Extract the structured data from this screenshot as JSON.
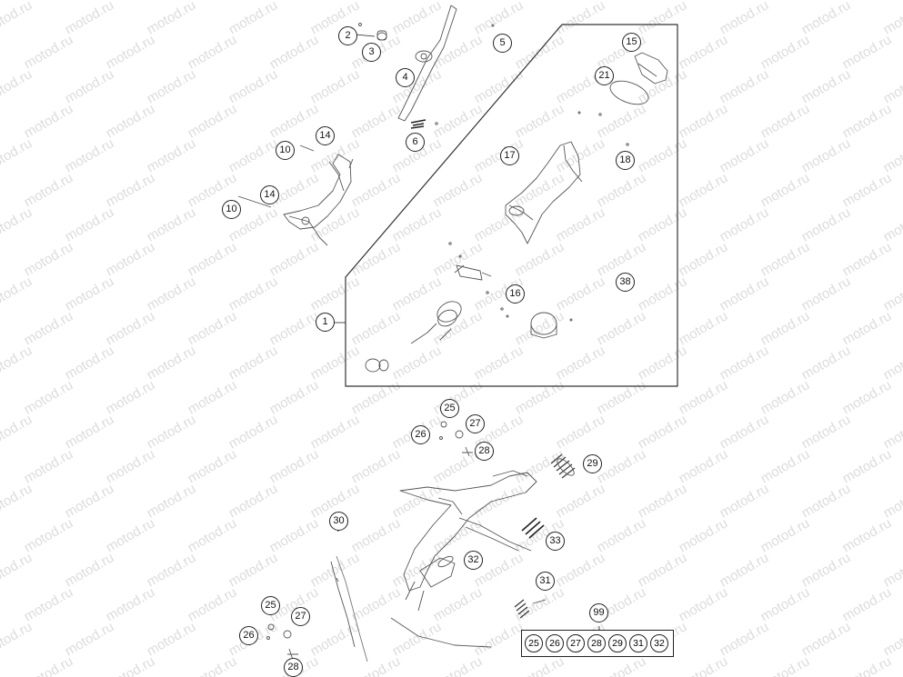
{
  "diagram": {
    "watermark": "motod.ru",
    "callouts": [
      {
        "id": "c2",
        "label": "2"
      },
      {
        "id": "c3",
        "label": "3"
      },
      {
        "id": "c4",
        "label": "4"
      },
      {
        "id": "c5",
        "label": "5"
      },
      {
        "id": "c6",
        "label": "6"
      },
      {
        "id": "c10a",
        "label": "10"
      },
      {
        "id": "c14a",
        "label": "14"
      },
      {
        "id": "c14b",
        "label": "14"
      },
      {
        "id": "c10b",
        "label": "10"
      },
      {
        "id": "c15",
        "label": "15"
      },
      {
        "id": "c21",
        "label": "21"
      },
      {
        "id": "c17",
        "label": "17"
      },
      {
        "id": "c18",
        "label": "18"
      },
      {
        "id": "c38",
        "label": "38"
      },
      {
        "id": "c16",
        "label": "16"
      },
      {
        "id": "c1",
        "label": "1"
      },
      {
        "id": "c25a",
        "label": "25"
      },
      {
        "id": "c27a",
        "label": "27"
      },
      {
        "id": "c26a",
        "label": "26"
      },
      {
        "id": "c28a",
        "label": "28"
      },
      {
        "id": "c29",
        "label": "29"
      },
      {
        "id": "c30",
        "label": "30"
      },
      {
        "id": "c33",
        "label": "33"
      },
      {
        "id": "c32",
        "label": "32"
      },
      {
        "id": "c31",
        "label": "31"
      },
      {
        "id": "c25b",
        "label": "25"
      },
      {
        "id": "c27b",
        "label": "27"
      },
      {
        "id": "c26b",
        "label": "26"
      },
      {
        "id": "c28b",
        "label": "28"
      },
      {
        "id": "c99",
        "label": "99"
      }
    ],
    "kit_items": [
      "25",
      "26",
      "27",
      "28",
      "29",
      "31",
      "32"
    ]
  }
}
